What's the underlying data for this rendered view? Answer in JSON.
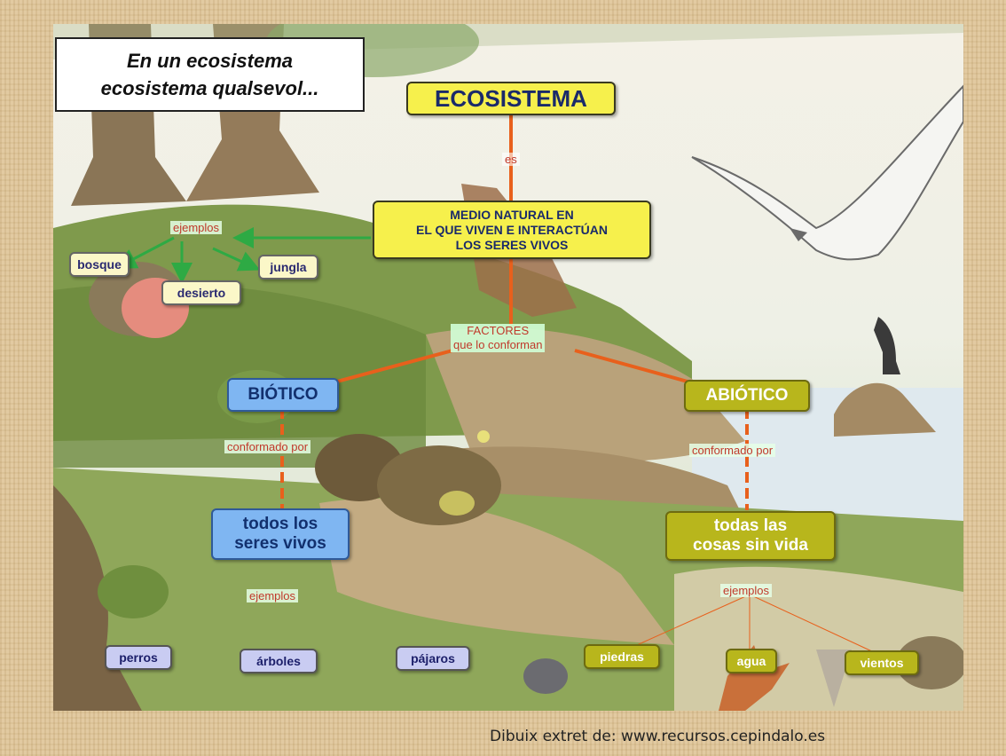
{
  "title_box": {
    "line1": "En un ecosistema",
    "line2": "ecosistema qualsevol..."
  },
  "concept_map": {
    "root": "ECOSISTEMA",
    "link_es": "es",
    "definition": {
      "line1": "MEDIO NATURAL EN",
      "line2": "EL QUE VIVEN E INTERACTÚAN",
      "line3": "LOS SERES VIVOS"
    },
    "examples_label_top": "ejemplos",
    "ecosystem_examples": [
      "bosque",
      "desierto",
      "jungla"
    ],
    "factors_label": {
      "line1": "FACTORES",
      "line2": "que lo conforman"
    },
    "biotic": {
      "label": "BIÓTICO",
      "link": "conformado por",
      "composition": {
        "line1": "todos los",
        "line2": "seres vivos"
      },
      "examples_label": "ejemplos",
      "examples": [
        "perros",
        "árboles",
        "pájaros"
      ]
    },
    "abiotic": {
      "label": "ABIÓTICO",
      "link": "conformado por",
      "composition": {
        "line1": "todas las",
        "line2": "cosas sin vida"
      },
      "examples_label": "ejemplos",
      "examples": [
        "piedras",
        "agua",
        "vientos"
      ]
    }
  },
  "credit": "Dibuix extret de: www.recursos.cepindalo.es",
  "colors": {
    "yellow_node": "#f6f04c",
    "olive_node": "#b8b61c",
    "blue_node": "#7fb6f2",
    "connector": "#e8601c",
    "arrow": "#2eaa44",
    "frame": "#dfc598"
  }
}
